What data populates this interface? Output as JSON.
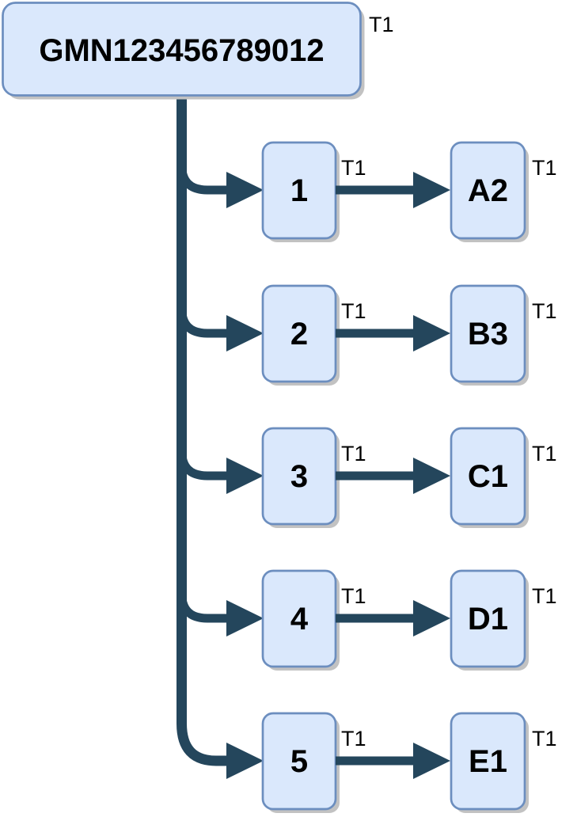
{
  "diagram": {
    "type": "tree",
    "root": {
      "label": "GMN123456789012",
      "tag": "T1"
    },
    "rows": [
      {
        "source": "1",
        "edge_tag": "T1",
        "target": "A2",
        "target_tag": "T1"
      },
      {
        "source": "2",
        "edge_tag": "T1",
        "target": "B3",
        "target_tag": "T1"
      },
      {
        "source": "3",
        "edge_tag": "T1",
        "target": "C1",
        "target_tag": "T1"
      },
      {
        "source": "4",
        "edge_tag": "T1",
        "target": "D1",
        "target_tag": "T1"
      },
      {
        "source": "5",
        "edge_tag": "T1",
        "target": "E1",
        "target_tag": "T1"
      }
    ],
    "colors": {
      "node_fill": "#dae8fc",
      "node_stroke": "#6c8ebf",
      "connector": "#24465c",
      "shadow": "#c2c2c2",
      "label_text": "#000000",
      "background": "#ffffff"
    }
  }
}
